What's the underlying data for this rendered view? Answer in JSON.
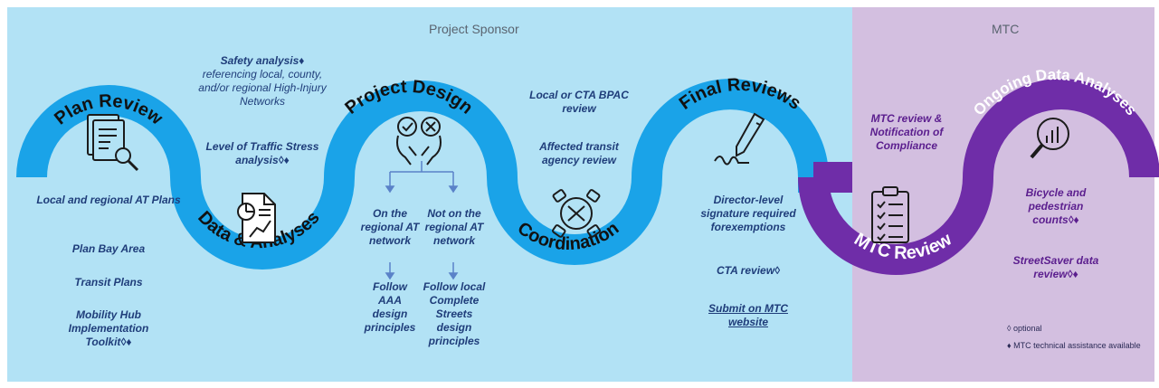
{
  "regions": {
    "sponsor": "Project Sponsor",
    "mtc": "MTC"
  },
  "stages": {
    "plan_review": "Plan Review",
    "data_analyses": "Data & Analyses",
    "project_design": "Project Design",
    "coordination": "Coordination",
    "final_reviews": "Final Reviews",
    "mtc_review": "MTC Review",
    "ongoing": "Ongoing Data Analyses"
  },
  "plan_review_items": [
    "Local and regional AT Plans",
    "Plan Bay Area",
    "Transit Plans",
    "Mobility Hub Implementation Toolkit◊♦"
  ],
  "data_items": {
    "safety_title": "Safety analysis♦",
    "safety_body": "referencing local, county, and/or regional High-Injury Networks",
    "lts": "Level of Traffic Stress analysis◊♦"
  },
  "design_branches": {
    "on": "On the regional AT network",
    "not_on": "Not on the regional AT network",
    "follow_aaa": "Follow AAA design principles",
    "follow_local": "Follow local Complete Streets design principles"
  },
  "coordination_items": [
    "Local or CTA BPAC review",
    "Affected transit agency review"
  ],
  "final_items": [
    "Director-level signature required forexemptions",
    "CTA review◊",
    "Submit on MTC website"
  ],
  "mtc_review_items": [
    "MTC review & Notification of Compliance"
  ],
  "ongoing_items": [
    "Bicycle and pedestrian counts◊♦",
    "StreetSaver data review◊♦"
  ],
  "legend": {
    "optional": "◊ optional",
    "assistance": "♦ MTC technical assistance available"
  },
  "colors": {
    "sponsor_bg": "#b2e2f5",
    "mtc_bg": "#d3bfe0",
    "blue_band": "#1aa3e8",
    "purple_band": "#6f2da8",
    "text_blue": "#1f3d7a",
    "text_purple": "#5b1e8e"
  }
}
